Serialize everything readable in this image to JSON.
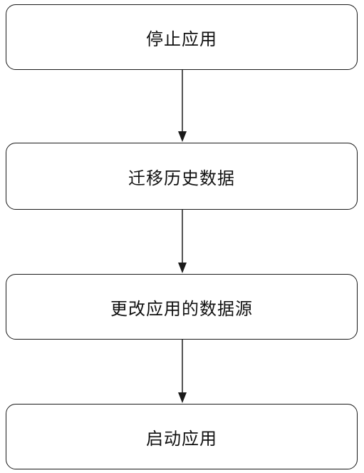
{
  "flow": {
    "steps": [
      {
        "label": "停止应用"
      },
      {
        "label": "迁移历史数据"
      },
      {
        "label": "更改应用的数据源"
      },
      {
        "label": "启动应用"
      }
    ],
    "line_color": "#1a1a1a"
  }
}
